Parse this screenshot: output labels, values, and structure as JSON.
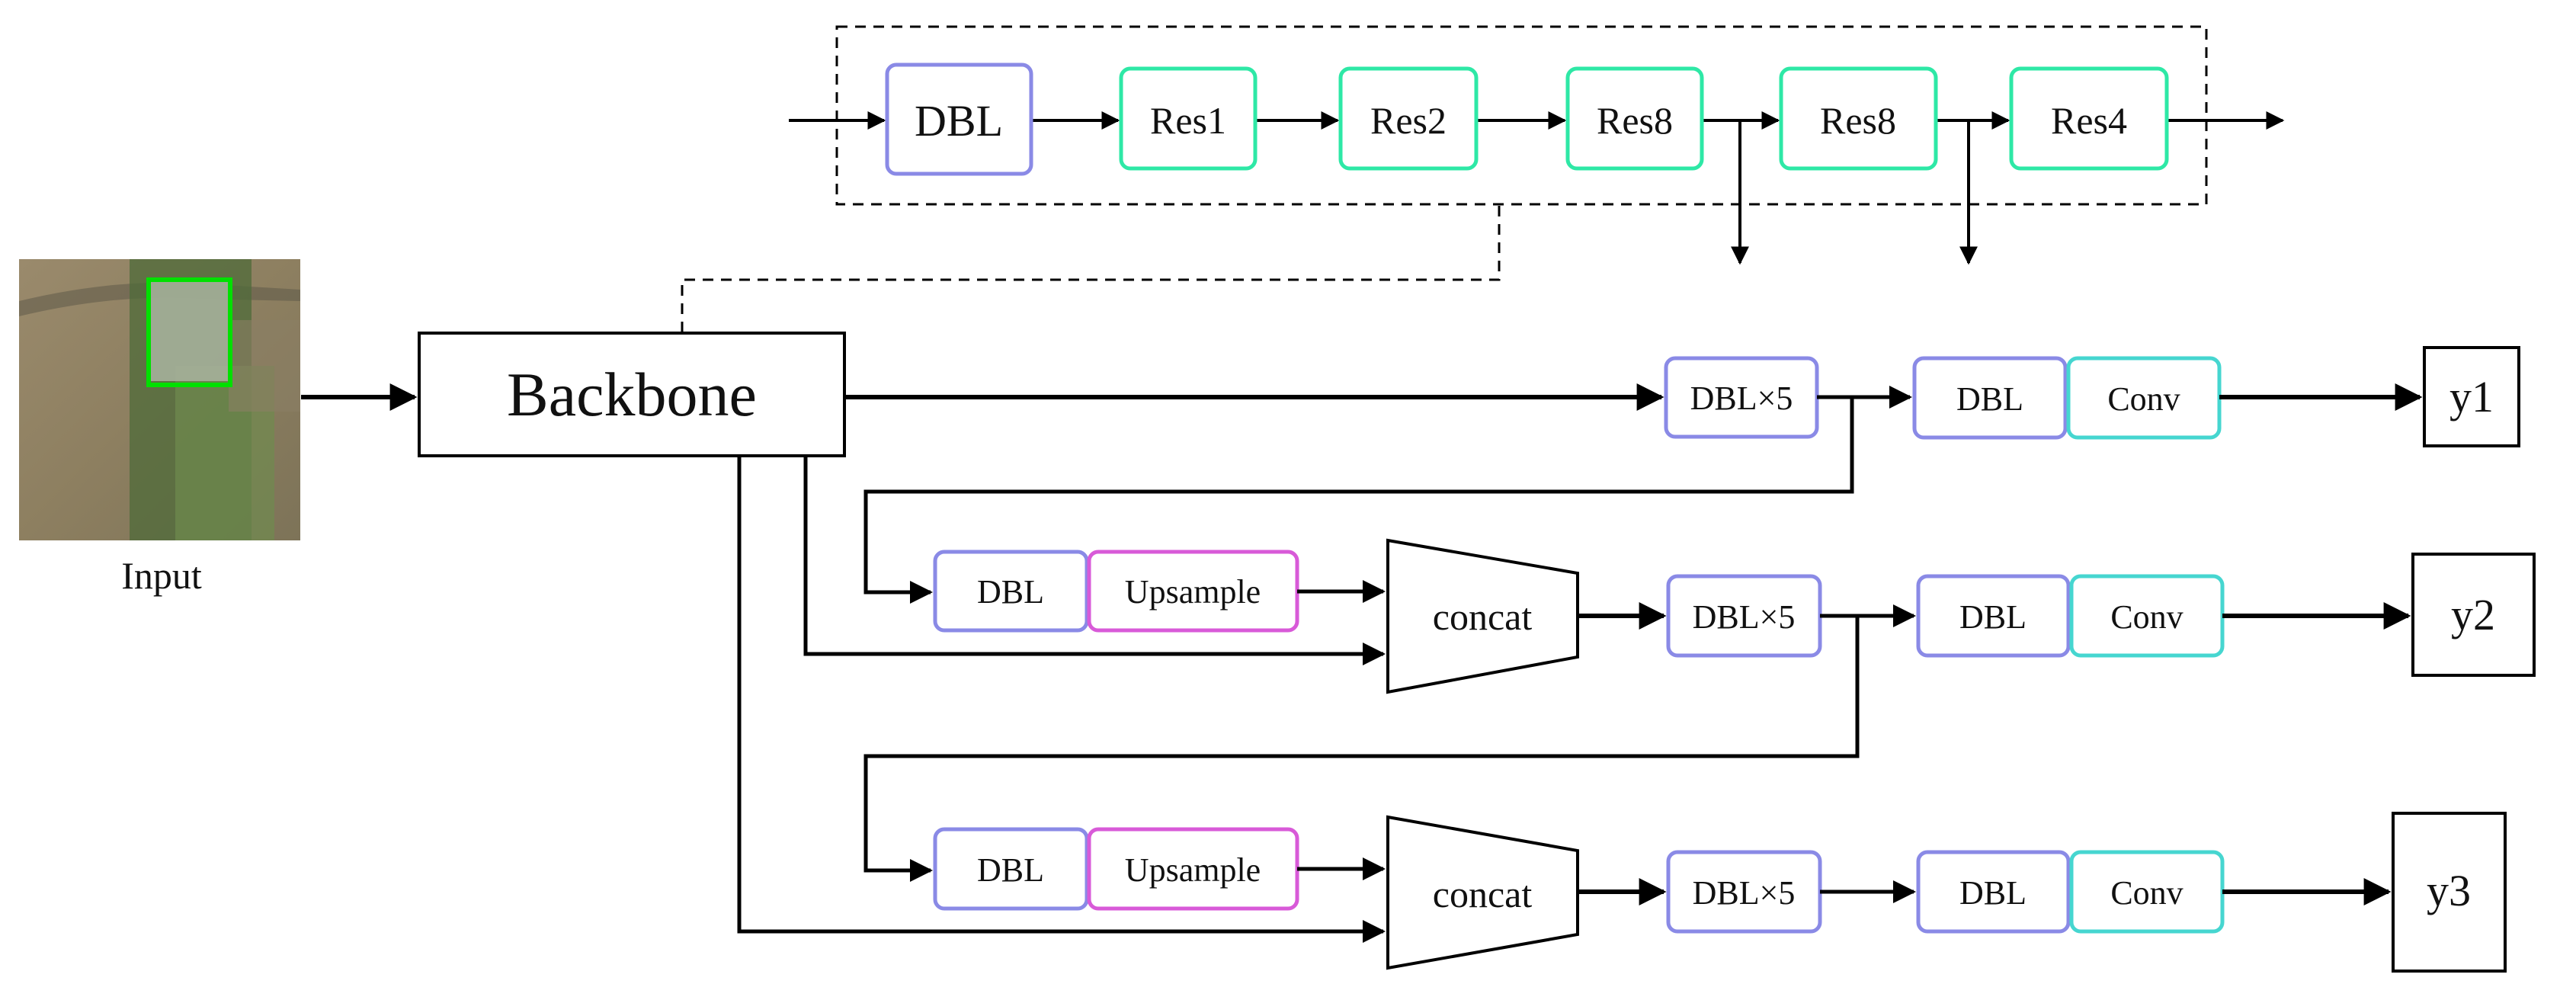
{
  "colors": {
    "dbl_border": "#8a8ae6",
    "res_border": "#2ee8a6",
    "conv_border": "#46d6d0",
    "upsample_border": "#d85ad8",
    "detect_box": "#00e000",
    "line": "#000000"
  },
  "input": {
    "label": "Input",
    "image": "aerial field image with green detection box"
  },
  "backbone": {
    "label": "Backbone",
    "chain": [
      "DBL",
      "Res1",
      "Res2",
      "Res8",
      "Res8",
      "Res4"
    ]
  },
  "branch1": {
    "dblx5": "DBL×5",
    "dbl": "DBL",
    "conv": "Conv",
    "output": "y1"
  },
  "branch2": {
    "dbl": "DBL",
    "upsample": "Upsample",
    "concat": "concat",
    "dblx5": "DBL×5",
    "dbl2": "DBL",
    "conv": "Conv",
    "output": "y2"
  },
  "branch3": {
    "dbl": "DBL",
    "upsample": "Upsample",
    "concat": "concat",
    "dblx5": "DBL×5",
    "dbl2": "DBL",
    "conv": "Conv",
    "output": "y3"
  }
}
